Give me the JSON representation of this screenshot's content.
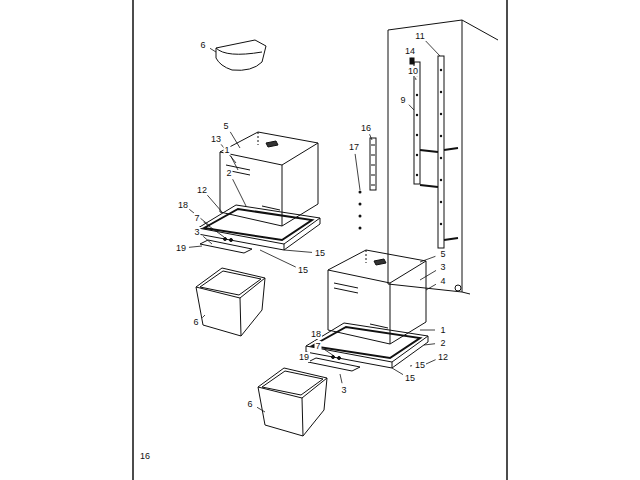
{
  "diagram": {
    "labels": [
      "6",
      "5",
      "13",
      "1",
      "2",
      "12",
      "18",
      "7",
      "3",
      "19",
      "15",
      "15",
      "6",
      "11",
      "14",
      "10",
      "9",
      "16",
      "17",
      "5",
      "3",
      "4",
      "1",
      "2",
      "18",
      "7",
      "19",
      "12",
      "15",
      "15",
      "3",
      "6",
      "16"
    ]
  }
}
